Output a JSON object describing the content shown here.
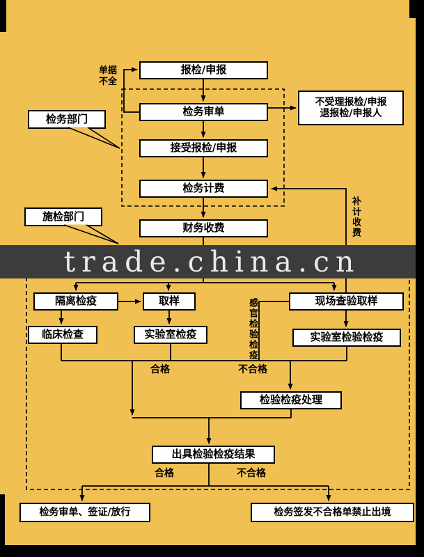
{
  "colors": {
    "background": "#F0C053",
    "band": "#3C3C3C",
    "box_fill": "#FEFEFE",
    "line": "#000000"
  },
  "watermark": {
    "text": "trade.china.cn"
  },
  "callouts": {
    "inspection_dept": "检务部门",
    "implementation_dept": "施检部门"
  },
  "nodes": {
    "declare": "报检/申报",
    "review": "检务审单",
    "reject_line1": "不受理报检/申报",
    "reject_line2": "退报检/申报人",
    "accept": "接受报检/申报",
    "billing": "检务计费",
    "finance": "财务收费",
    "isolation": "隔离检疫",
    "sampling": "取样",
    "onsite": "现场查验取样",
    "clinical": "临床检查",
    "lab_quarantine": "实验室检疫",
    "lab_inspection": "实验室检验检疫",
    "treatment": "检验检疫处理",
    "result": "出具检验检疫结果",
    "release": "检务审单、签证/放行",
    "forbid": "检务签发不合格单禁止出境"
  },
  "labels": {
    "incomplete_docs": "单据不全",
    "extra_billing": "补计收费",
    "sensory": "感官检验检疫",
    "pass_mid": "合格",
    "fail_mid": "不合格",
    "pass_bottom": "合格",
    "fail_bottom": "不合格"
  }
}
